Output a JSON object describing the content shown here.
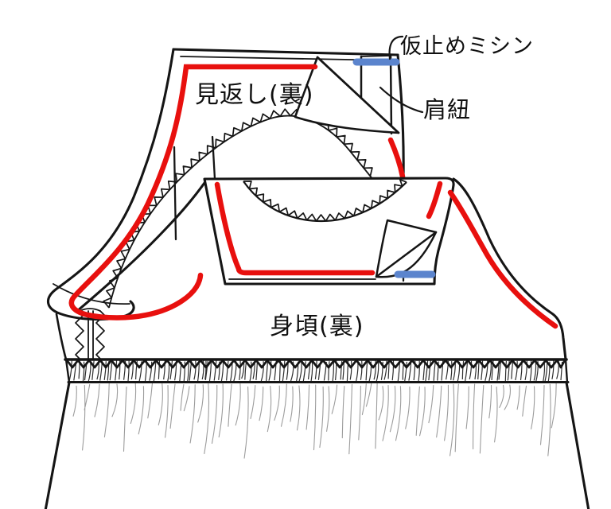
{
  "diagram": {
    "labels": {
      "basting_stitch": "仮止めミシン",
      "shoulder_strap": "肩紐",
      "facing": "見返し(裏)",
      "bodice": "身頃(裏)"
    },
    "colors": {
      "stitch_red": "#e8100e",
      "basting_blue": "#5b84cd",
      "line": "#151515"
    }
  }
}
